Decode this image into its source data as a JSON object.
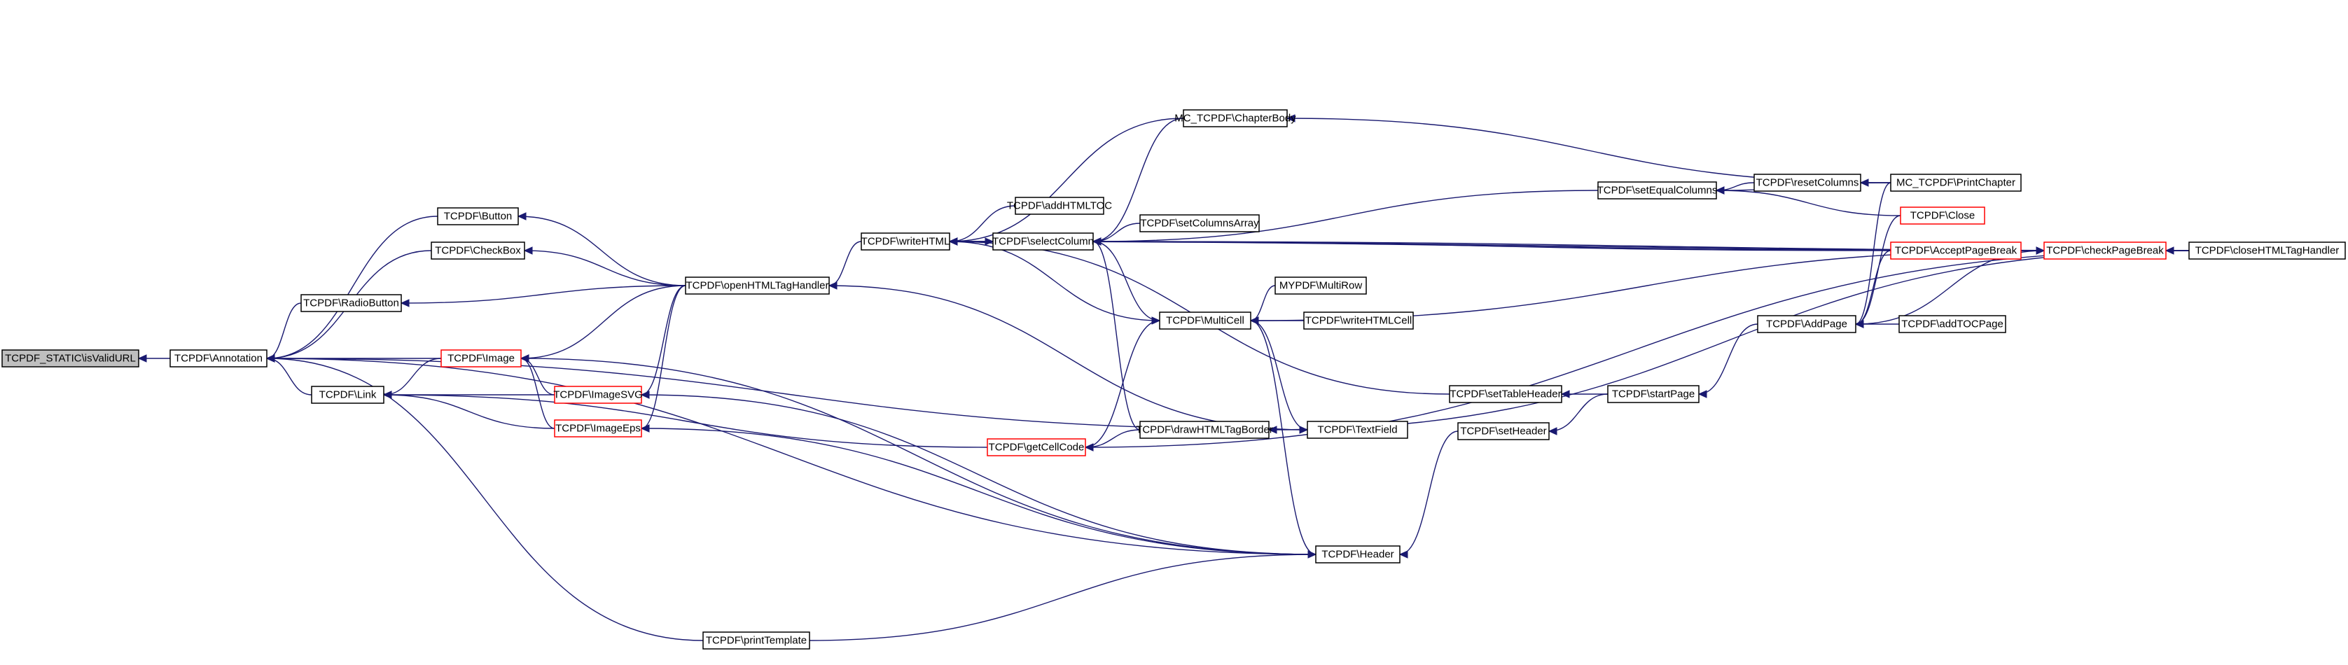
{
  "diagram": {
    "type": "doxygen-caller-graph",
    "colors": {
      "edge": "#191970",
      "node_border": "#000000",
      "truncated_node_border": "#ff0000",
      "root_fill": "#bfbfbf"
    },
    "nodes": [
      {
        "id": "root",
        "label": "TCPDF_STATIC\\isValidURL",
        "border": "root"
      },
      {
        "id": "annotation",
        "label": "TCPDF\\Annotation",
        "border": "black"
      },
      {
        "id": "button",
        "label": "TCPDF\\Button",
        "border": "black"
      },
      {
        "id": "checkbox",
        "label": "TCPDF\\CheckBox",
        "border": "black"
      },
      {
        "id": "radiobutton",
        "label": "TCPDF\\RadioButton",
        "border": "black"
      },
      {
        "id": "image",
        "label": "TCPDF\\Image",
        "border": "red"
      },
      {
        "id": "link",
        "label": "TCPDF\\Link",
        "border": "black"
      },
      {
        "id": "imagesvg",
        "label": "TCPDF\\ImageSVG",
        "border": "red"
      },
      {
        "id": "imageeps",
        "label": "TCPDF\\ImageEps",
        "border": "red"
      },
      {
        "id": "printtemplate",
        "label": "TCPDF\\printTemplate",
        "border": "black"
      },
      {
        "id": "openhtmltag",
        "label": "TCPDF\\openHTMLTagHandler",
        "border": "black"
      },
      {
        "id": "writehtml",
        "label": "TCPDF\\writeHTML",
        "border": "black"
      },
      {
        "id": "getcellcode",
        "label": "TCPDF\\getCellCode",
        "border": "red"
      },
      {
        "id": "chapterbody",
        "label": "MC_TCPDF\\ChapterBody",
        "border": "black"
      },
      {
        "id": "addhtmltoc",
        "label": "TCPDF\\addHTMLTOC",
        "border": "black"
      },
      {
        "id": "selectcolumn",
        "label": "TCPDF\\selectColumn",
        "border": "black"
      },
      {
        "id": "setcolumnsarray",
        "label": "TCPDF\\setColumnsArray",
        "border": "black"
      },
      {
        "id": "multicell",
        "label": "TCPDF\\MultiCell",
        "border": "black"
      },
      {
        "id": "mypdfmultirow",
        "label": "MYPDF\\MultiRow",
        "border": "black"
      },
      {
        "id": "writehtmlcell",
        "label": "TCPDF\\writeHTMLCell",
        "border": "black"
      },
      {
        "id": "drawhtmltagborder",
        "label": "TCPDF\\drawHTMLTagBorder",
        "border": "black"
      },
      {
        "id": "textfield",
        "label": "TCPDF\\TextField",
        "border": "black"
      },
      {
        "id": "header",
        "label": "TCPDF\\Header",
        "border": "black"
      },
      {
        "id": "setheader",
        "label": "TCPDF\\setHeader",
        "border": "black"
      },
      {
        "id": "settableheader",
        "label": "TCPDF\\setTableHeader",
        "border": "black"
      },
      {
        "id": "setequalcolumns",
        "label": "TCPDF\\setEqualColumns",
        "border": "black"
      },
      {
        "id": "resetcolumns",
        "label": "TCPDF\\resetColumns",
        "border": "black"
      },
      {
        "id": "printchapter",
        "label": "MC_TCPDF\\PrintChapter",
        "border": "black"
      },
      {
        "id": "close",
        "label": "TCPDF\\Close",
        "border": "red"
      },
      {
        "id": "acceptpagebreak",
        "label": "TCPDF\\AcceptPageBreak",
        "border": "red"
      },
      {
        "id": "checkpagebreak",
        "label": "TCPDF\\checkPageBreak",
        "border": "red"
      },
      {
        "id": "closehtmltag",
        "label": "TCPDF\\closeHTMLTagHandler",
        "border": "black"
      },
      {
        "id": "addpage",
        "label": "TCPDF\\AddPage",
        "border": "black"
      },
      {
        "id": "addtocpage",
        "label": "TCPDF\\addTOCPage",
        "border": "black"
      },
      {
        "id": "startpage",
        "label": "TCPDF\\startPage",
        "border": "black"
      }
    ],
    "edges": [
      {
        "from": "annotation",
        "to": "root"
      },
      {
        "from": "button",
        "to": "annotation"
      },
      {
        "from": "checkbox",
        "to": "annotation"
      },
      {
        "from": "radiobutton",
        "to": "annotation"
      },
      {
        "from": "image",
        "to": "annotation"
      },
      {
        "from": "link",
        "to": "annotation"
      },
      {
        "from": "header",
        "to": "annotation"
      },
      {
        "from": "textfield",
        "to": "annotation"
      },
      {
        "from": "printtemplate",
        "to": "annotation"
      },
      {
        "from": "imagesvg",
        "to": "link"
      },
      {
        "from": "imageeps",
        "to": "link"
      },
      {
        "from": "image",
        "to": "link"
      },
      {
        "from": "getcellcode",
        "to": "link"
      },
      {
        "from": "imagesvg",
        "to": "image"
      },
      {
        "from": "imageeps",
        "to": "image"
      },
      {
        "from": "openhtmltag",
        "to": "image"
      },
      {
        "from": "header",
        "to": "image"
      },
      {
        "from": "openhtmltag",
        "to": "imagesvg"
      },
      {
        "from": "header",
        "to": "imagesvg"
      },
      {
        "from": "openhtmltag",
        "to": "imageeps"
      },
      {
        "from": "header",
        "to": "imageeps"
      },
      {
        "from": "openhtmltag",
        "to": "button"
      },
      {
        "from": "openhtmltag",
        "to": "checkbox"
      },
      {
        "from": "openhtmltag",
        "to": "radiobutton"
      },
      {
        "from": "printtemplate",
        "to": "header"
      },
      {
        "from": "writehtml",
        "to": "openhtmltag"
      },
      {
        "from": "addhtmltoc",
        "to": "writehtml"
      },
      {
        "from": "chapterbody",
        "to": "writehtml"
      },
      {
        "from": "selectcolumn",
        "to": "writehtml"
      },
      {
        "from": "multicell",
        "to": "writehtml"
      },
      {
        "from": "closehtmltag",
        "to": "writehtml"
      },
      {
        "from": "checkpagebreak",
        "to": "writehtml"
      },
      {
        "from": "settableheader",
        "to": "writehtml"
      },
      {
        "from": "writehtml",
        "to": "selectcolumn"
      },
      {
        "from": "chapterbody",
        "to": "selectcolumn"
      },
      {
        "from": "setcolumnsarray",
        "to": "selectcolumn"
      },
      {
        "from": "setequalcolumns",
        "to": "selectcolumn"
      },
      {
        "from": "acceptpagebreak",
        "to": "selectcolumn"
      },
      {
        "from": "closehtmltag",
        "to": "selectcolumn"
      },
      {
        "from": "multicell",
        "to": "selectcolumn"
      },
      {
        "from": "drawhtmltagborder",
        "to": "selectcolumn"
      },
      {
        "from": "printchapter",
        "to": "chapterbody"
      },
      {
        "from": "resetcolumns",
        "to": "setequalcolumns"
      },
      {
        "from": "printchapter",
        "to": "setequalcolumns"
      },
      {
        "from": "close",
        "to": "setequalcolumns"
      },
      {
        "from": "printchapter",
        "to": "resetcolumns"
      },
      {
        "from": "acceptpagebreak",
        "to": "checkpagebreak"
      },
      {
        "from": "closehtmltag",
        "to": "checkpagebreak"
      },
      {
        "from": "mypdfmultirow",
        "to": "multicell"
      },
      {
        "from": "writehtmlcell",
        "to": "multicell"
      },
      {
        "from": "getcellcode",
        "to": "multicell"
      },
      {
        "from": "textfield",
        "to": "multicell"
      },
      {
        "from": "header",
        "to": "multicell"
      },
      {
        "from": "drawhtmltagborder",
        "to": "getcellcode"
      },
      {
        "from": "closehtmltag",
        "to": "getcellcode"
      },
      {
        "from": "setheader",
        "to": "header"
      },
      {
        "from": "openhtmltag",
        "to": "textfield"
      },
      {
        "from": "startpage",
        "to": "settableheader"
      },
      {
        "from": "startpage",
        "to": "setheader"
      },
      {
        "from": "addpage",
        "to": "startpage"
      },
      {
        "from": "addtocpage",
        "to": "addpage"
      },
      {
        "from": "close",
        "to": "addpage"
      },
      {
        "from": "acceptpagebreak",
        "to": "addpage"
      },
      {
        "from": "checkpagebreak",
        "to": "addpage"
      },
      {
        "from": "printchapter",
        "to": "addpage"
      },
      {
        "from": "multicell",
        "to": "checkpagebreak"
      },
      {
        "from": "closehtmltag",
        "to": "drawhtmltagborder"
      }
    ]
  }
}
